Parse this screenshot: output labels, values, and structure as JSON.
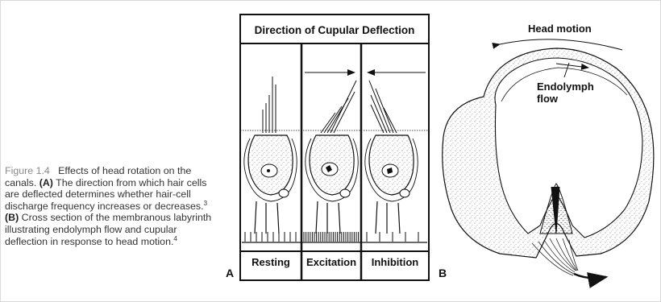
{
  "caption": {
    "figure_label": "Figure 1.4",
    "text_1": "Effects of head rotation on the canals.",
    "label_a": "(A)",
    "text_2": "The direction from which hair cells are deflected determines whether hair-cell discharge frequency increases or decreases.",
    "ref_1": "3",
    "label_b": "(B)",
    "text_3": "Cross section of the membranous labyrinth illustrating endolymph flow and cupular deflection in response to head motion.",
    "ref_2": "4"
  },
  "panel_a": {
    "letter": "A",
    "header": "Direction of Cupular Deflection",
    "columns": [
      "Resting",
      "Excitation",
      "Inhibition"
    ]
  },
  "panel_b": {
    "letter": "B",
    "head_motion_label": "Head motion",
    "endolymph_line1": "Endolymph",
    "endolymph_line2": "flow"
  }
}
